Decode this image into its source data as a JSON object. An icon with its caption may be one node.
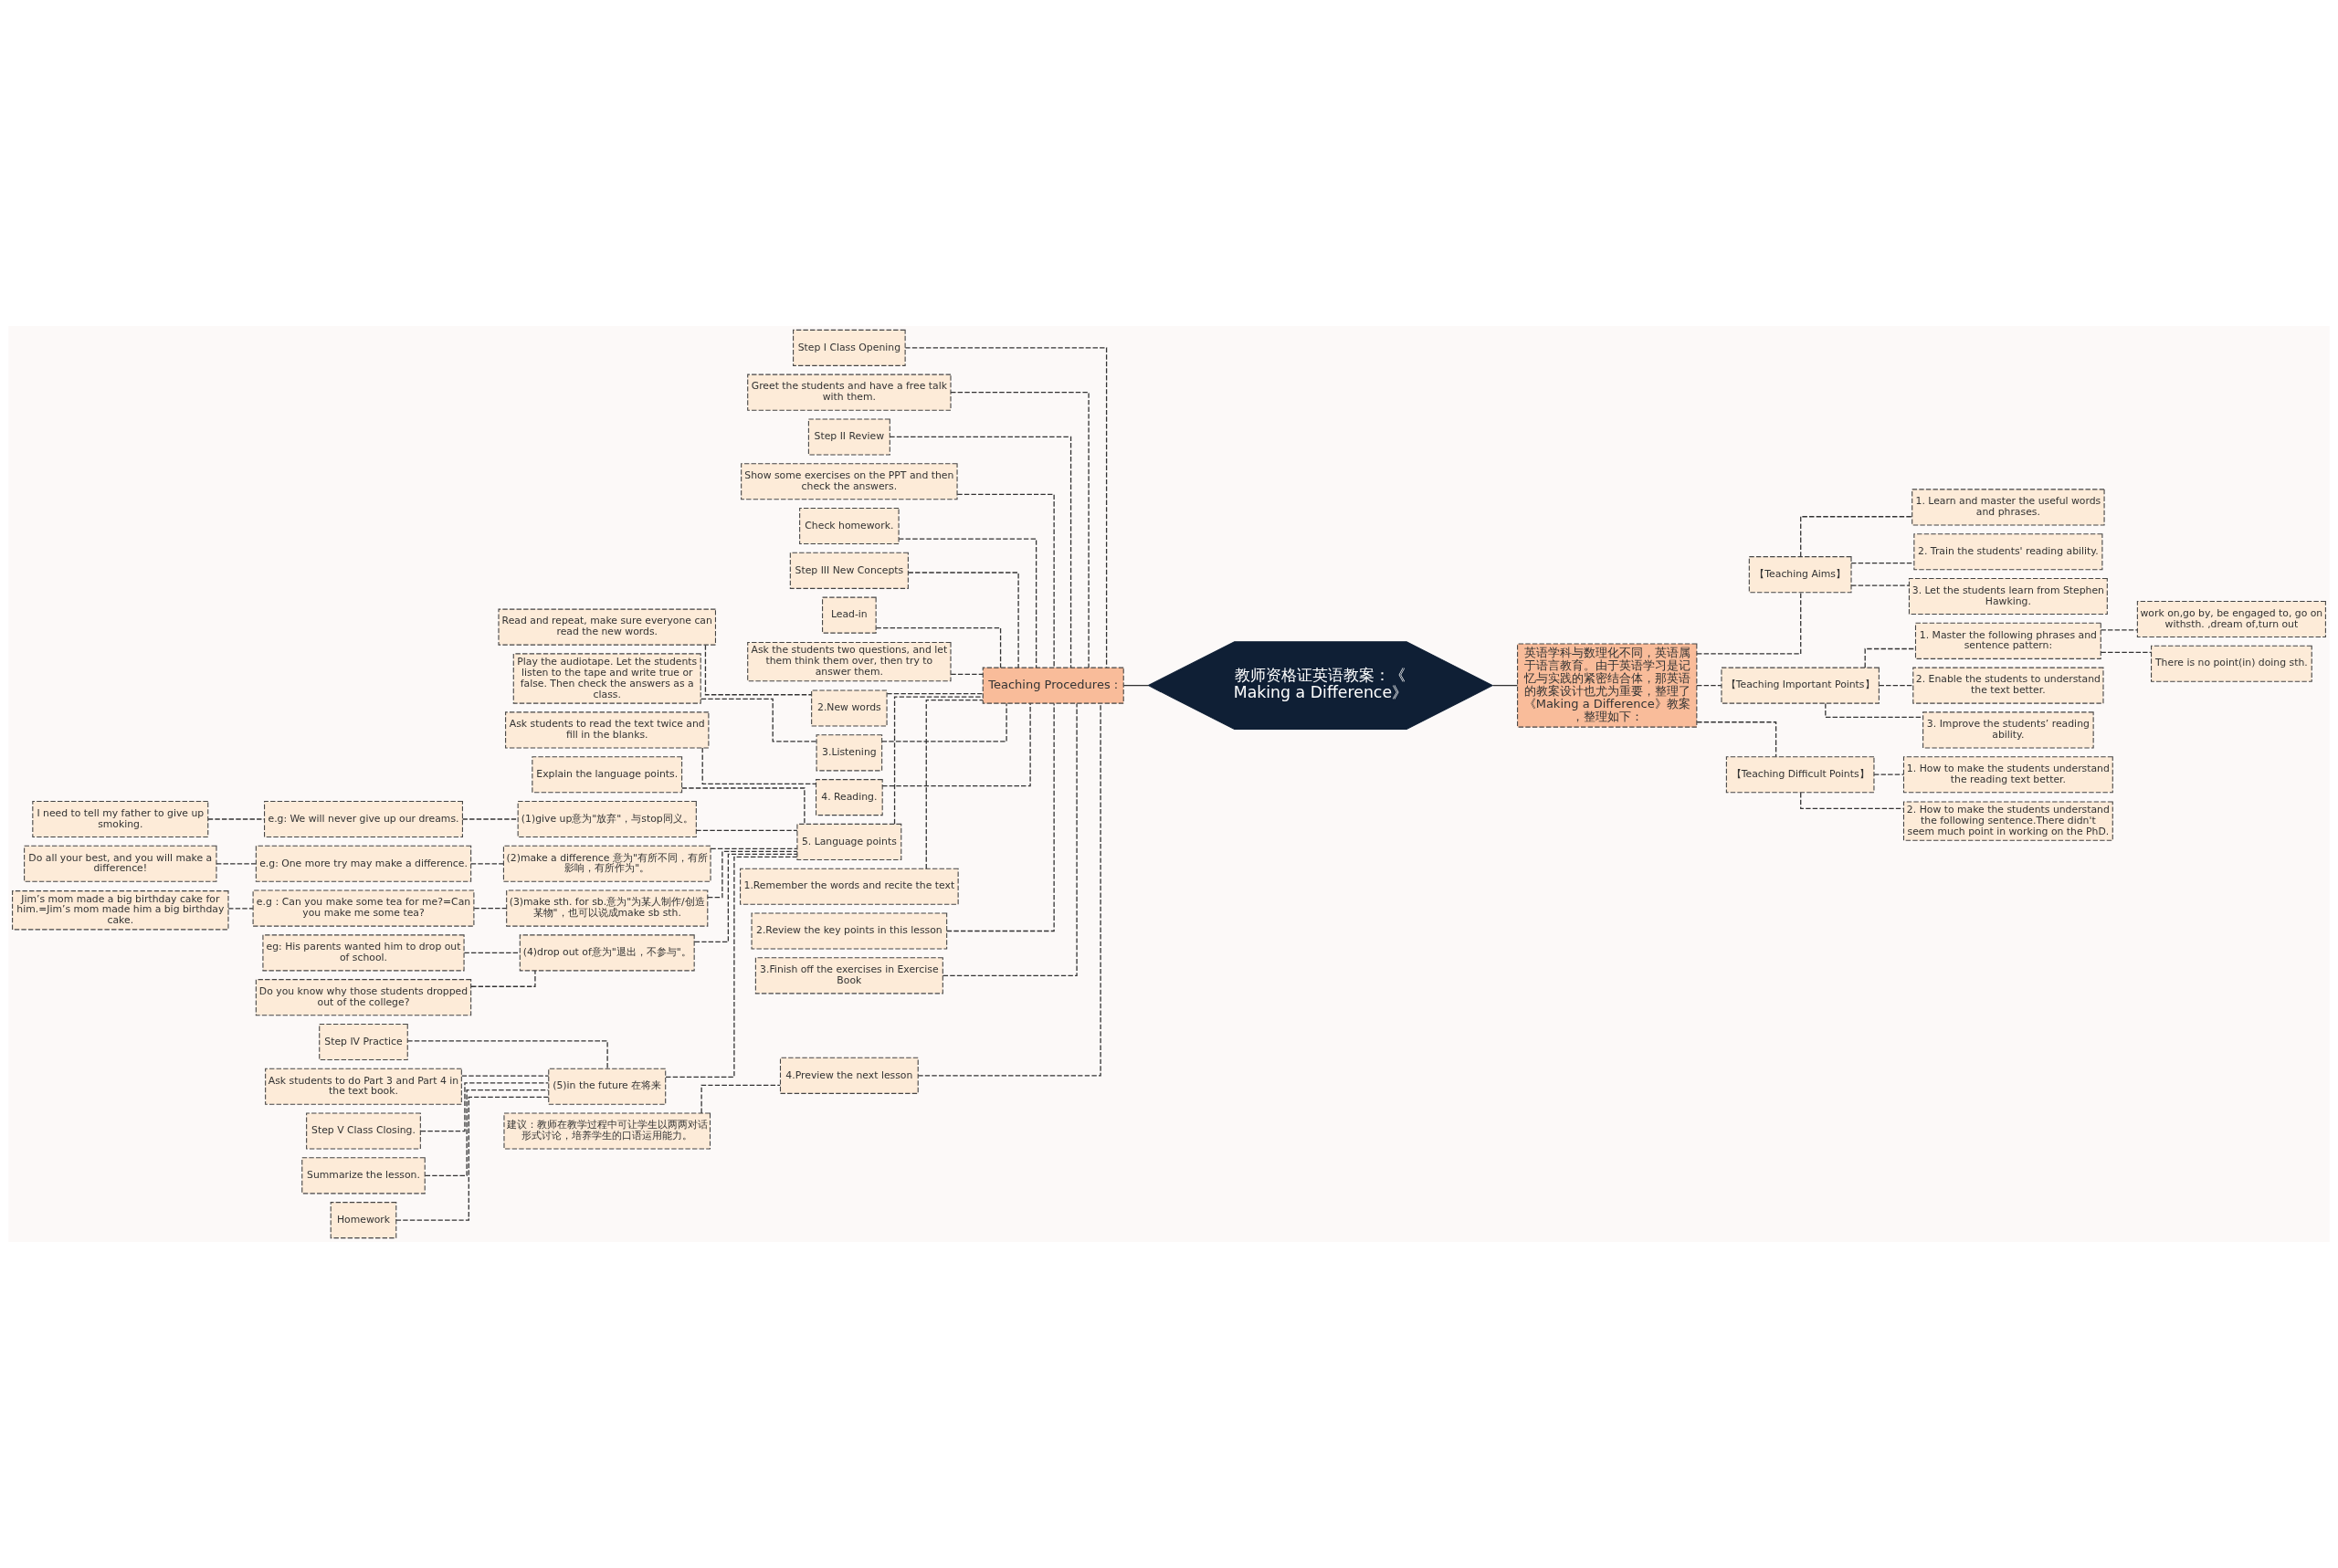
{
  "diagram": {
    "nodes": [
      {
        "text": [
          "教师资格证英语教案：《Making a Difference》"
        ]
      },
      {
        "text": [
          "Teaching Procedures :"
        ]
      },
      {
        "text": [
          "英语学科与数理化不同，英语属于语言教育。由于英语学习是记忆与实践的紧密结合体，那英语的教案设计也尤为重要，整理了《Making a Difference》教案，整理如下："
        ]
      },
      {
        "text": [
          "【Teaching Aims】"
        ]
      },
      {
        "text": [
          "1. Learn and master the useful words and phrases."
        ]
      },
      {
        "text": [
          "2. Train the students' reading ability."
        ]
      },
      {
        "text": [
          "3. Let the students learn from Stephen Hawking."
        ]
      },
      {
        "text": [
          "【Teaching Important Points】"
        ]
      },
      {
        "text": [
          "1. Master the following phrases and sentence pattern:"
        ]
      },
      {
        "text": [
          "work on,go by, be engaged to, go on withsth. ,dream of,turn out"
        ]
      },
      {
        "text": [
          "There is no point(in) doing sth."
        ]
      },
      {
        "text": [
          "2. Enable the students to understand the text better."
        ]
      },
      {
        "text": [
          "3. Improve the students’ reading ability."
        ]
      },
      {
        "text": [
          "【Teaching Difficult Points】"
        ]
      },
      {
        "text": [
          "1. How to make the students understand the reading text better."
        ]
      },
      {
        "text": [
          "2. How to make the students understand the following sentence.There didn't seem much point in working on the PhD."
        ]
      },
      {
        "text": [
          "Step I Class Opening"
        ]
      },
      {
        "text": [
          "Greet the students and have a free talk with them."
        ]
      },
      {
        "text": [
          "Step II Review"
        ]
      },
      {
        "text": [
          "Show some exercises on the PPT and then check the answers."
        ]
      },
      {
        "text": [
          "Check homework."
        ]
      },
      {
        "text": [
          "Step III New Concepts"
        ]
      },
      {
        "text": [
          "Lead-in"
        ]
      },
      {
        "text": [
          "Ask the students two questions, and let them think them over, then try to answer them."
        ]
      },
      {
        "text": [
          "2.New words"
        ]
      },
      {
        "text": [
          "Read and repeat, make sure everyone can read the new words."
        ]
      },
      {
        "text": [
          "3.Listening"
        ]
      },
      {
        "text": [
          "Play the audiotape. Let the students listen to the tape and write true or false. Then check the answers as a class."
        ]
      },
      {
        "text": [
          "4. Reading."
        ]
      },
      {
        "text": [
          "Ask students to read the text twice and fill in the blanks."
        ]
      },
      {
        "text": [
          "5. Language points"
        ]
      },
      {
        "text": [
          "Explain the language points."
        ]
      },
      {
        "text": [
          "(1)give up意为\"放弃\"，与stop同义。"
        ]
      },
      {
        "text": [
          "e.g: We will never give up our dreams."
        ]
      },
      {
        "text": [
          "I need to tell my father to give up smoking."
        ]
      },
      {
        "text": [
          "(2)make a difference 意为\"有所不同，有所影响，有所作为\"。"
        ]
      },
      {
        "text": [
          "e.g: One more try may make a difference."
        ]
      },
      {
        "text": [
          "Do all your best, and you will make a difference!"
        ]
      },
      {
        "text": [
          "(3)make sth. for sb.意为\"为某人制作/创造某物\"，也可以说成make sb sth."
        ]
      },
      {
        "text": [
          "e.g：Can you make some tea for me?=Can you make me some tea?"
        ]
      },
      {
        "text": [
          "Jim’s mom made a big birthday cake for him.=Jim’s mom made him a big birthday cake."
        ]
      },
      {
        "text": [
          "(4)drop out of意为\"退出，不参与\"。"
        ]
      },
      {
        "text": [
          "eg: His parents wanted him to drop out of school."
        ]
      },
      {
        "text": [
          "Do you know why those students dropped out of the college?"
        ]
      },
      {
        "text": [
          "(5)in the future 在将来"
        ]
      },
      {
        "text": [
          "Step IV Practice"
        ]
      },
      {
        "text": [
          "Ask students to do Part 3 and Part 4 in the text book."
        ]
      },
      {
        "text": [
          "Step V Class Closing."
        ]
      },
      {
        "text": [
          "Summarize the lesson."
        ]
      },
      {
        "text": [
          "Homework"
        ]
      },
      {
        "text": [
          "1.Remember the words and recite the text"
        ]
      },
      {
        "text": [
          "2.Review the key points in this lesson"
        ]
      },
      {
        "text": [
          "3.Finish off the exercises in Exercise Book"
        ]
      },
      {
        "text": [
          "4.Preview the next lesson"
        ]
      },
      {
        "text": [
          "建议：教师在教学过程中可让学生以两两对话形式讨论，培养学生的口语运用能力。"
        ]
      }
    ],
    "edges": [
      {
        "from": 0,
        "to": 1,
        "arrow": "none"
      },
      {
        "from": 0,
        "to": 2,
        "arrow": "none"
      },
      {
        "from": 2,
        "to": 3,
        "arrow": "none",
        "style": "dashed"
      },
      {
        "from": 3,
        "to": 4,
        "arrow": "none",
        "style": "dashed"
      },
      {
        "from": 3,
        "to": 5,
        "arrow": "none",
        "style": "dashed"
      },
      {
        "from": 3,
        "to": 6,
        "arrow": "none",
        "style": "dashed"
      },
      {
        "from": 2,
        "to": 7,
        "arrow": "none",
        "style": "dashed"
      },
      {
        "from": 7,
        "to": 8,
        "arrow": "none",
        "style": "dashed"
      },
      {
        "from": 8,
        "to": 9,
        "arrow": "none",
        "style": "dashed"
      },
      {
        "from": 8,
        "to": 10,
        "arrow": "none",
        "style": "dashed"
      },
      {
        "from": 7,
        "to": 11,
        "arrow": "none",
        "style": "dashed"
      },
      {
        "from": 7,
        "to": 12,
        "arrow": "none",
        "style": "dashed"
      },
      {
        "from": 2,
        "to": 13,
        "arrow": "none",
        "style": "dashed"
      },
      {
        "from": 13,
        "to": 14,
        "arrow": "none",
        "style": "dashed"
      },
      {
        "from": 13,
        "to": 15,
        "arrow": "none",
        "style": "dashed"
      },
      {
        "from": 1,
        "to": 16,
        "arrow": "none",
        "style": "dashed"
      },
      {
        "from": 1,
        "to": 17,
        "arrow": "none",
        "style": "dashed"
      },
      {
        "from": 1,
        "to": 18,
        "arrow": "none",
        "style": "dashed"
      },
      {
        "from": 1,
        "to": 19,
        "arrow": "none",
        "style": "dashed"
      },
      {
        "from": 1,
        "to": 20,
        "arrow": "none",
        "style": "dashed"
      },
      {
        "from": 1,
        "to": 21,
        "arrow": "none",
        "style": "dashed"
      },
      {
        "from": 1,
        "to": 22,
        "arrow": "none",
        "style": "dashed"
      },
      {
        "from": 1,
        "to": 23,
        "arrow": "none",
        "style": "dashed"
      },
      {
        "from": 1,
        "to": 24,
        "arrow": "none",
        "style": "dashed"
      },
      {
        "from": 24,
        "to": 25,
        "arrow": "none",
        "style": "dashed"
      },
      {
        "from": 1,
        "to": 26,
        "arrow": "none",
        "style": "dashed"
      },
      {
        "from": 26,
        "to": 27,
        "arrow": "none",
        "style": "dashed"
      },
      {
        "from": 1,
        "to": 28,
        "arrow": "none",
        "style": "dashed"
      },
      {
        "from": 28,
        "to": 29,
        "arrow": "none",
        "style": "dashed"
      },
      {
        "from": 1,
        "to": 30,
        "arrow": "none",
        "style": "dashed"
      },
      {
        "from": 30,
        "to": 31,
        "arrow": "none",
        "style": "dashed"
      },
      {
        "from": 30,
        "to": 32,
        "arrow": "none",
        "style": "dashed"
      },
      {
        "from": 32,
        "to": 33,
        "arrow": "none",
        "style": "dashed"
      },
      {
        "from": 33,
        "to": 34,
        "arrow": "none",
        "style": "dashed"
      },
      {
        "from": 30,
        "to": 35,
        "arrow": "none",
        "style": "dashed"
      },
      {
        "from": 35,
        "to": 36,
        "arrow": "none",
        "style": "dashed"
      },
      {
        "from": 36,
        "to": 37,
        "arrow": "none",
        "style": "dashed"
      },
      {
        "from": 30,
        "to": 38,
        "arrow": "none",
        "style": "dashed"
      },
      {
        "from": 38,
        "to": 39,
        "arrow": "none",
        "style": "dashed"
      },
      {
        "from": 39,
        "to": 40,
        "arrow": "none",
        "style": "dashed"
      },
      {
        "from": 30,
        "to": 41,
        "arrow": "none",
        "style": "dashed"
      },
      {
        "from": 41,
        "to": 42,
        "arrow": "none",
        "style": "dashed"
      },
      {
        "from": 41,
        "to": 43,
        "arrow": "none",
        "style": "dashed"
      },
      {
        "from": 30,
        "to": 44,
        "arrow": "none",
        "style": "dashed"
      },
      {
        "from": 44,
        "to": 45,
        "arrow": "none",
        "style": "dashed"
      },
      {
        "from": 44,
        "to": 46,
        "arrow": "none",
        "style": "dashed"
      },
      {
        "from": 44,
        "to": 47,
        "arrow": "none",
        "style": "dashed"
      },
      {
        "from": 44,
        "to": 48,
        "arrow": "none",
        "style": "dashed"
      },
      {
        "from": 44,
        "to": 49,
        "arrow": "none",
        "style": "dashed"
      },
      {
        "from": 1,
        "to": 50,
        "arrow": "none",
        "style": "dashed"
      },
      {
        "from": 1,
        "to": 51,
        "arrow": "none",
        "style": "dashed"
      },
      {
        "from": 1,
        "to": 52,
        "arrow": "none",
        "style": "dashed"
      },
      {
        "from": 1,
        "to": 53,
        "arrow": "none",
        "style": "dashed"
      },
      {
        "from": 53,
        "to": 54,
        "arrow": "none",
        "style": "dashed"
      }
    ]
  }
}
